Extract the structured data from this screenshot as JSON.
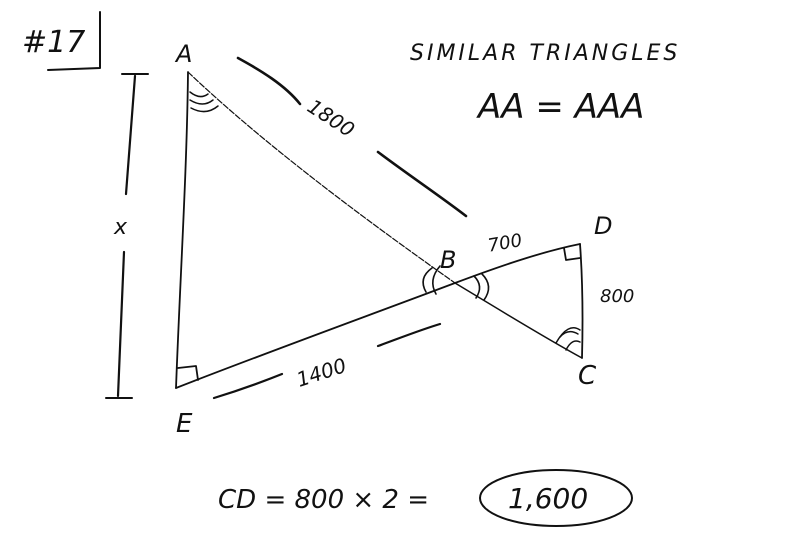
{
  "problem": {
    "number": "#17"
  },
  "heading": {
    "title": "SIMILAR TRIANGLES",
    "rule": "AA = AAA"
  },
  "points": {
    "a": "A",
    "b": "B",
    "c": "C",
    "d": "D",
    "e": "E"
  },
  "measurements": {
    "ab": "1800",
    "eb": "1400",
    "bd": "700",
    "dc": "800",
    "ae": "x"
  },
  "answer": {
    "work": "CD = 800 × 2 =",
    "result": "1,600"
  },
  "colors": {
    "ink": "#111111",
    "paper": "#ffffff"
  }
}
